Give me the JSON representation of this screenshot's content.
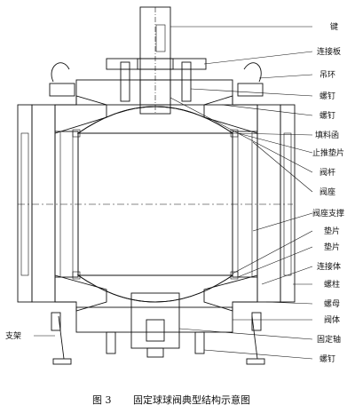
{
  "labels": {
    "key": "键",
    "connecting_plate": "连接板",
    "lifting_ring": "吊环",
    "bolt_1": "螺钉",
    "bolt_2": "螺钉",
    "packing_box": "填料函",
    "thrust_washer": "止推垫片",
    "stem": "阀杆",
    "seat": "阀座",
    "seat_support": "阀座支撑",
    "gasket_1": "垫片",
    "gasket_2": "垫片",
    "connector": "连接体",
    "stud": "螺柱",
    "nut": "螺母",
    "body": "阀体",
    "fixed_shaft": "固定轴",
    "bolt_3": "螺钉",
    "bracket": "支架"
  },
  "caption": {
    "figure_no": "图 3",
    "title": "固定球球阀典型结构示意图"
  }
}
